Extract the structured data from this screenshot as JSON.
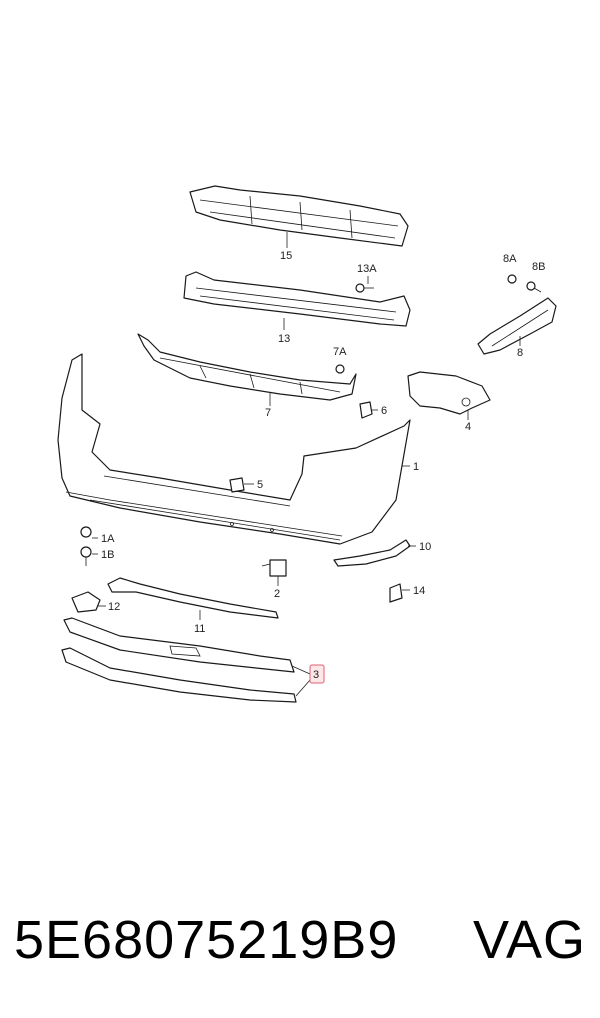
{
  "callouts": {
    "c15": "15",
    "c13a": "13A",
    "c8a": "8A",
    "c8b": "8B",
    "c13": "13",
    "c7a": "7A",
    "c8": "8",
    "c7": "7",
    "c6": "6",
    "c4": "4",
    "c1": "1",
    "c5": "5",
    "c1a": "1A",
    "c1b": "1B",
    "c10": "10",
    "c2": "2",
    "c14": "14",
    "c12": "12",
    "c11": "11",
    "c3": "3"
  },
  "footer": {
    "part_number": "5E68075219B9",
    "brand": "VAG"
  },
  "colors": {
    "highlight": "#e06070",
    "line": "#1a1a1a"
  }
}
